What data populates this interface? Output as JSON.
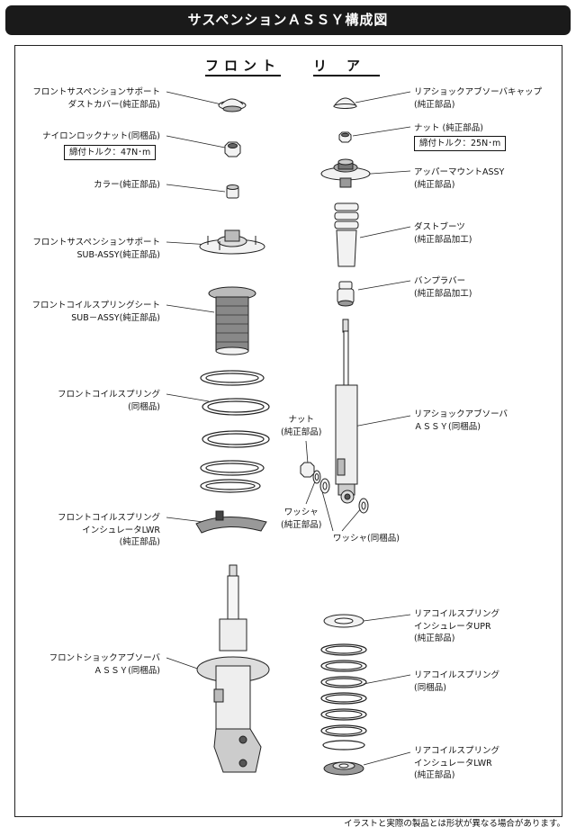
{
  "header": {
    "title": "サスペンションＡＳＳＹ構成図"
  },
  "columns": {
    "front": "フロント",
    "rear": "リア"
  },
  "front_labels": {
    "dust_cover": "フロントサスペンションサポート\nダストカバー(純正部品)",
    "lock_nut": "ナイロンロックナット(同梱品)",
    "lock_nut_torque": "締付トルク：47N･m",
    "collar": "カラー(純正部品)",
    "support": "フロントサスペンションサポート\nSUB-ASSY(純正部品)",
    "spring_seat": "フロントコイルスプリングシート\nSUB－ASSY(純正部品)",
    "coil_spring": "フロントコイルスプリング\n(同梱品)",
    "insulator_lwr": "フロントコイルスプリング\nインシュレータLWR\n(純正部品)",
    "shock": "フロントショックアブソーバ\nＡＳＳＹ(同梱品)"
  },
  "rear_labels": {
    "cap": "リアショックアブソーバキャップ\n(純正部品)",
    "nut": "ナット (純正部品)",
    "nut_torque": "締付トルク：25N･m",
    "upper_mount": "アッパーマウントASSY\n(純正部品)",
    "dust_boot": "ダストブーツ\n(純正部品加工)",
    "bump_rubber": "バンプラバー\n(純正部品加工)",
    "shock": "リアショックアブソーバ\nＡＳＳＹ(同梱品)",
    "lower_nut": "ナット\n(純正部品)",
    "washer1": "ワッシャ\n(純正部品)",
    "washer2": "ワッシャ(同梱品)",
    "insulator_upr": "リアコイルスプリング\nインシュレータUPR\n(純正部品)",
    "coil_spring": "リアコイルスプリング\n(同梱品)",
    "insulator_lwr": "リアコイルスプリング\nインシュレータLWR\n(純正部品)"
  },
  "footnote": "イラストと実際の製品とは形状が異なる場合があります。",
  "colors": {
    "header_bg": "#1a1a1a",
    "line": "#222222",
    "part_fill": "#f2f2f2",
    "part_dark": "#555555"
  }
}
